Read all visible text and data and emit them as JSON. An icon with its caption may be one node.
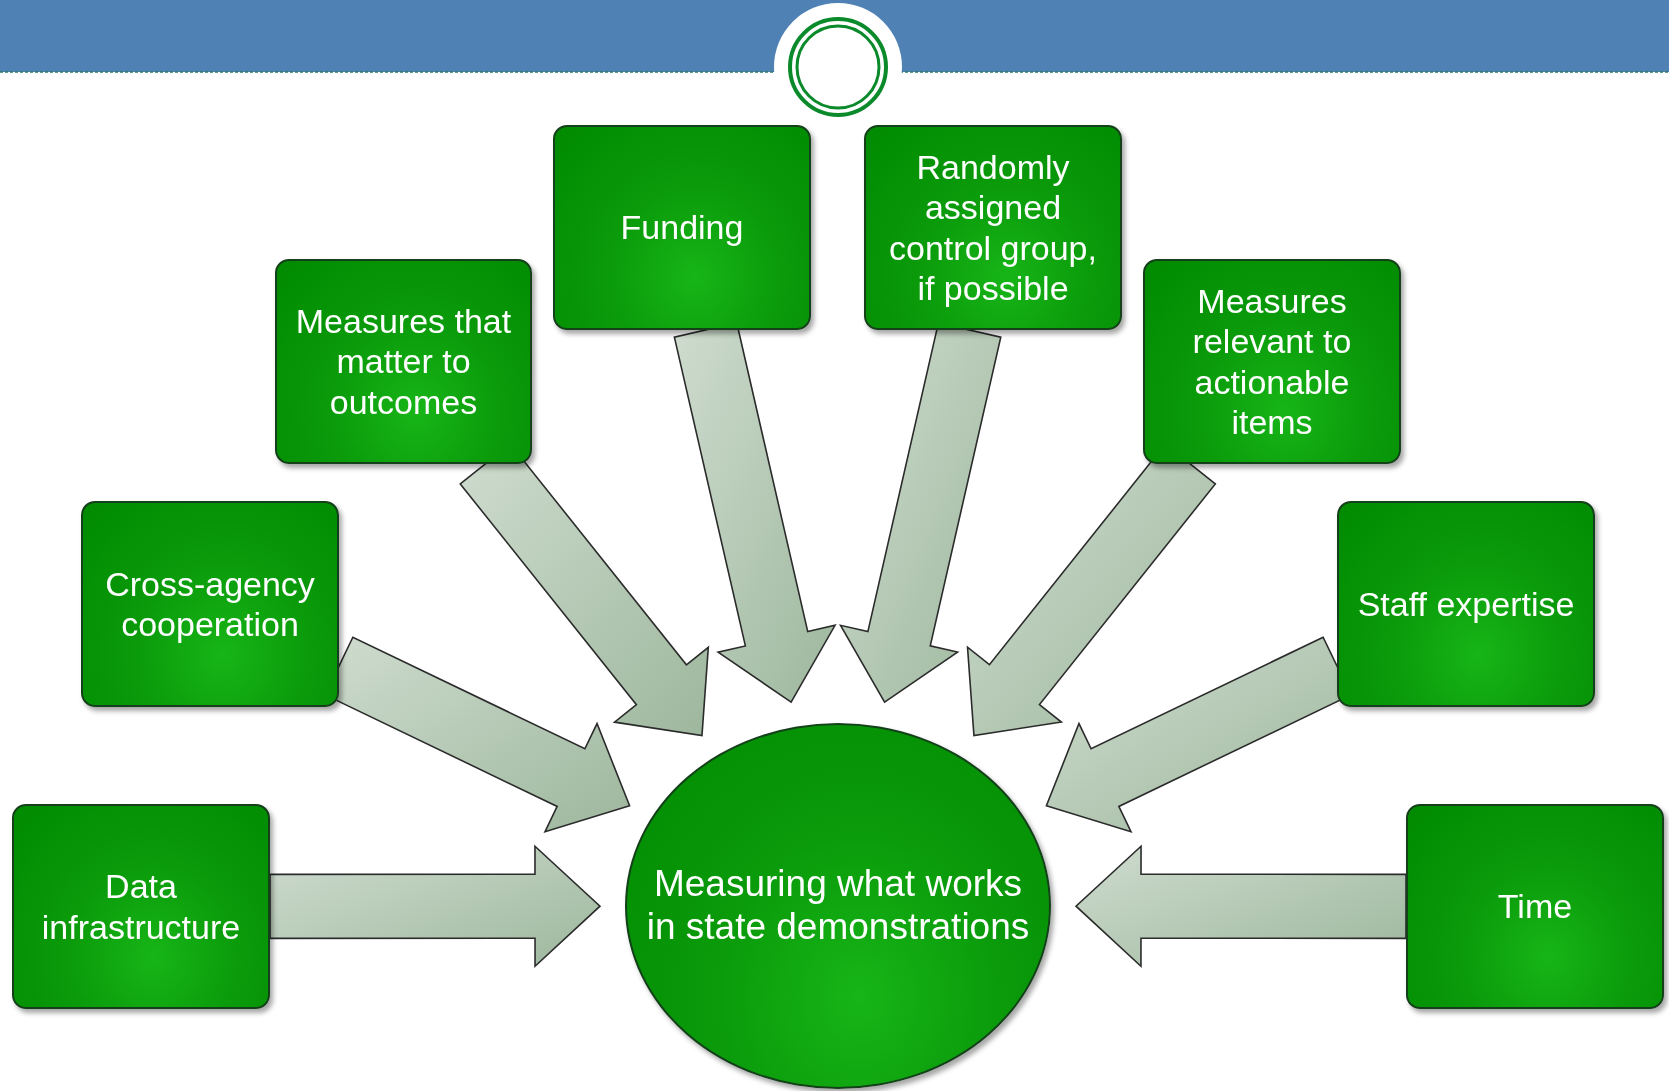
{
  "diagram": {
    "nodes": [
      {
        "text": [
          "Funding"
        ]
      },
      {
        "text": [
          "Randomly assigned control group, if possible"
        ]
      },
      {
        "text": [
          "Measures that matter to outcomes"
        ]
      },
      {
        "text": [
          "Measures relevant to actionable items"
        ]
      },
      {
        "text": [
          "Cross-agency cooperation"
        ]
      },
      {
        "text": [
          "Staff expertise"
        ]
      },
      {
        "text": [
          "Data infrastructure"
        ]
      },
      {
        "text": [
          "Time"
        ]
      },
      {
        "text": [
          "Measuring what works in state demonstrations"
        ]
      }
    ],
    "edges": [
      {
        "from": 0,
        "to": 8,
        "arrow": "to"
      },
      {
        "from": 1,
        "to": 8,
        "arrow": "to"
      },
      {
        "from": 2,
        "to": 8,
        "arrow": "to"
      },
      {
        "from": 3,
        "to": 8,
        "arrow": "to"
      },
      {
        "from": 4,
        "to": 8,
        "arrow": "to"
      },
      {
        "from": 5,
        "to": 8,
        "arrow": "to"
      },
      {
        "from": 6,
        "to": 8,
        "arrow": "to"
      },
      {
        "from": 7,
        "to": 8,
        "arrow": "to"
      }
    ]
  }
}
